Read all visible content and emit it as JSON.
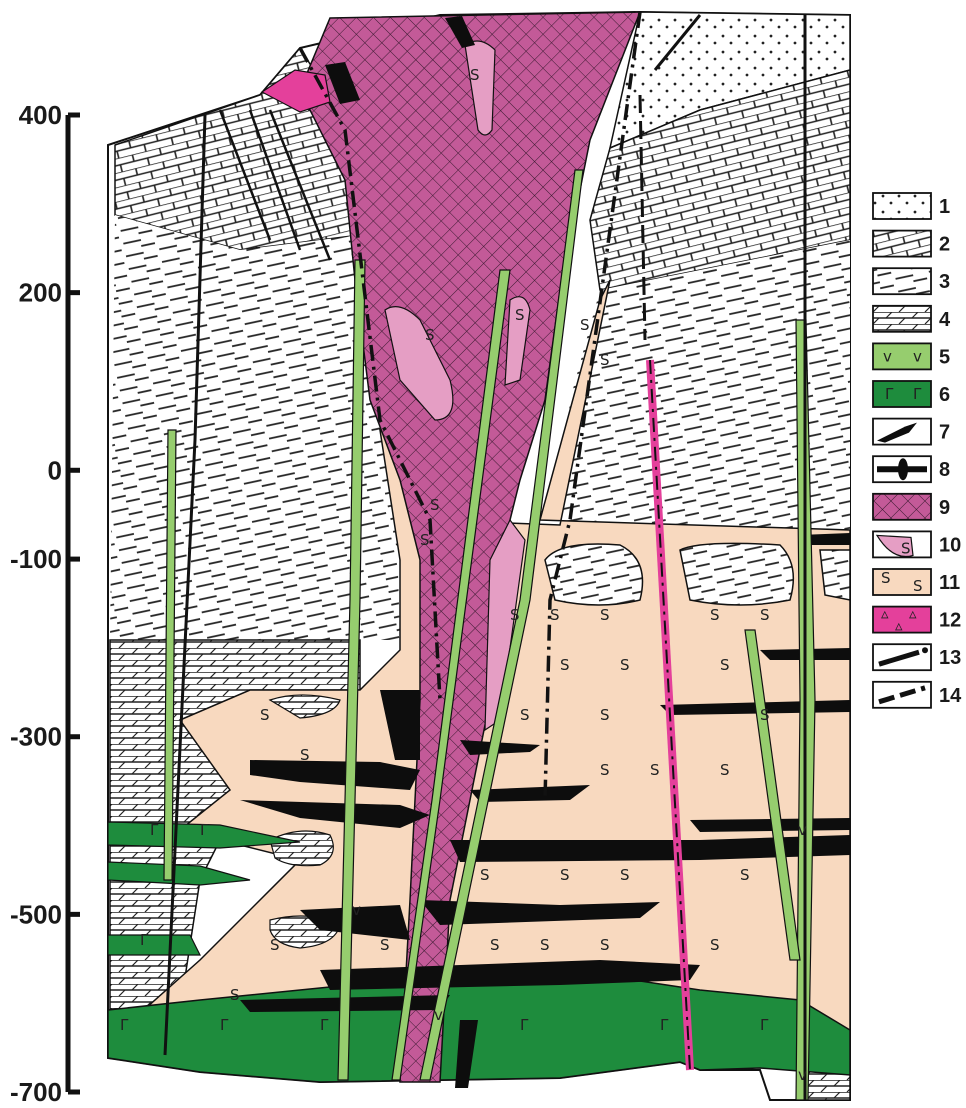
{
  "depth_axis": {
    "ticks": [
      {
        "value": 400,
        "label": "400"
      },
      {
        "value": 200,
        "label": "200"
      },
      {
        "value": 0,
        "label": "0"
      },
      {
        "value": -100,
        "label": "-100"
      },
      {
        "value": -300,
        "label": "-300"
      },
      {
        "value": -500,
        "label": "-500"
      },
      {
        "value": -700,
        "label": "-700"
      }
    ]
  },
  "colors": {
    "sand_dots": "#ffffff",
    "sulfide_matrix": "#f8d9bf",
    "pink_intrusion": "#c35a98",
    "light_pink_breccia": "#e59ec4",
    "hot_pink_tuff": "#e4409b",
    "gabbro": "#1e8c3d",
    "dolerite": "#96cd6e",
    "ore": "#0d0d0d",
    "line": "#111111"
  },
  "legend": [
    {
      "number": "1",
      "symbol": "dots-icon"
    },
    {
      "number": "2",
      "symbol": "limestone-brick-icon"
    },
    {
      "number": "3",
      "symbol": "dash-shale-icon"
    },
    {
      "number": "4",
      "symbol": "hatched-marl-icon"
    },
    {
      "number": "5",
      "symbol": "light-green-v-icon"
    },
    {
      "number": "6",
      "symbol": "dark-green-gabbro-icon"
    },
    {
      "number": "7",
      "symbol": "ore-body-icon"
    },
    {
      "number": "8",
      "symbol": "ore-vein-icon"
    },
    {
      "number": "9",
      "symbol": "pink-crosshatch-icon"
    },
    {
      "number": "10",
      "symbol": "light-pink-breccia-icon"
    },
    {
      "number": "11",
      "symbol": "sulfide-s-icon"
    },
    {
      "number": "12",
      "symbol": "pink-tuff-icon"
    },
    {
      "number": "13",
      "symbol": "fault-dot-icon"
    },
    {
      "number": "14",
      "symbol": "fault-dash-icon"
    }
  ],
  "symbols": {
    "sulfide": "S",
    "volcanic": "v",
    "gabbro": "Г"
  }
}
